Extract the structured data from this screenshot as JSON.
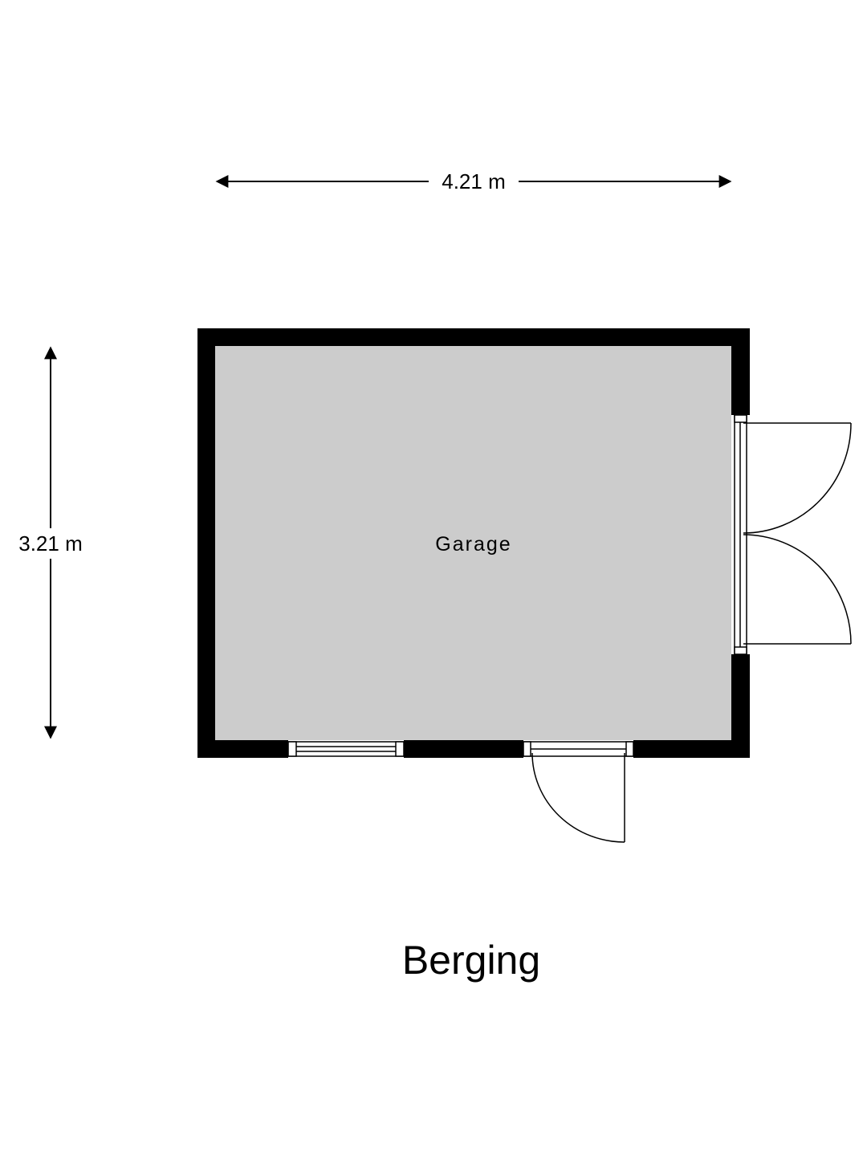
{
  "plan": {
    "title": "Berging",
    "room_name": "Garage",
    "width_label": "4.21 m",
    "depth_label": "3.21 m"
  },
  "colors": {
    "wall": "#000000",
    "floor": "#cccccc",
    "background": "#ffffff",
    "line": "#000000"
  }
}
